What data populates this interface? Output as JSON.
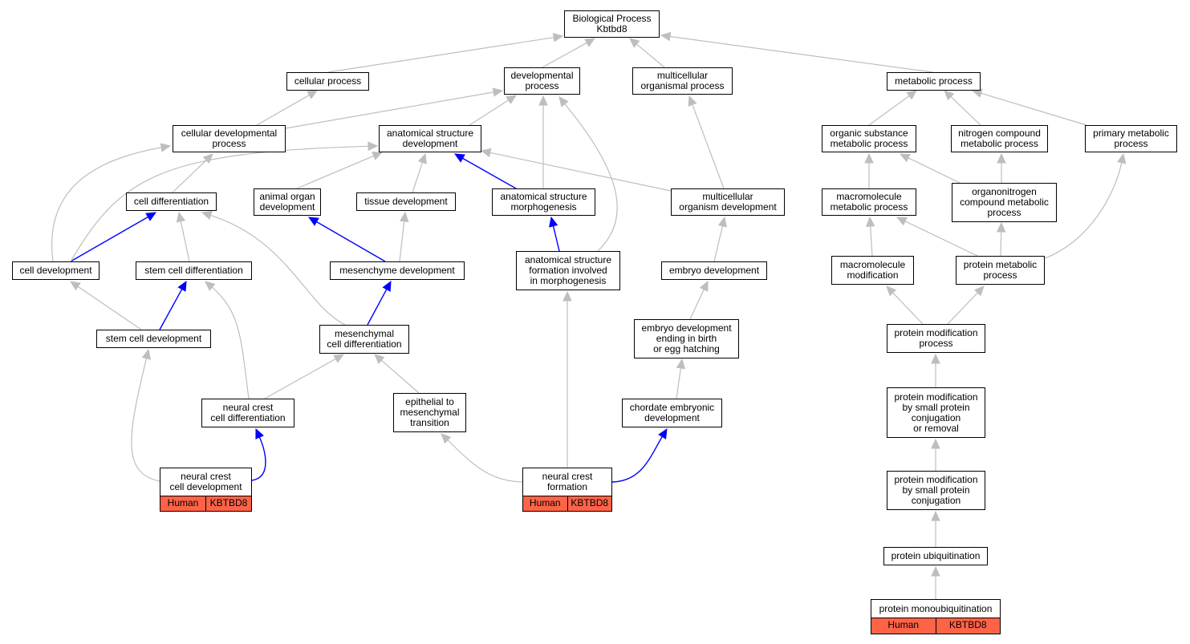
{
  "colors": {
    "regular_edge": "#bebebe",
    "highlight_edge": "#0000ff",
    "annotation_fill": "#ff6347",
    "box_border": "#000000",
    "background": "#ffffff"
  },
  "nodes": {
    "bp": "Biological Process\nKbtbd8",
    "cellular_process": "cellular process",
    "developmental_process": "developmental\nprocess",
    "multicellular_organismal_process": "multicellular\norganismal process",
    "metabolic_process": "metabolic process",
    "cellular_developmental_process": "cellular developmental\nprocess",
    "anatomical_structure_development": "anatomical structure\ndevelopment",
    "organic_substance_metabolic_process": "organic substance\nmetabolic process",
    "nitrogen_compound_metabolic_process": "nitrogen compound\nmetabolic process",
    "primary_metabolic_process": "primary metabolic\nprocess",
    "cell_differentiation": "cell differentiation",
    "animal_organ_development": "animal organ\ndevelopment",
    "tissue_development": "tissue development",
    "anatomical_structure_morphogenesis": "anatomical structure\nmorphogenesis",
    "multicellular_organism_development": "multicellular\norganism development",
    "macromolecule_metabolic_process": "macromolecule\nmetabolic process",
    "organonitrogen_compound_metabolic_process": "organonitrogen\ncompound metabolic\nprocess",
    "cell_development": "cell development",
    "stem_cell_differentiation": "stem cell differentiation",
    "mesenchyme_development": "mesenchyme development",
    "anatomical_structure_formation": "anatomical structure\nformation involved\nin morphogenesis",
    "embryo_development": "embryo development",
    "macromolecule_modification": "macromolecule\nmodification",
    "protein_metabolic_process": "protein metabolic\nprocess",
    "stem_cell_development": "stem cell development",
    "mesenchymal_cell_differentiation": "mesenchymal\ncell differentiation",
    "embryo_development_ending": "embryo development\nending in birth\nor egg hatching",
    "protein_modification_process": "protein modification\nprocess",
    "neural_crest_cell_differentiation": "neural crest\ncell differentiation",
    "epithelial_to_mesenchymal_transition": "epithelial to\nmesenchymal\ntransition",
    "chordate_embryonic_development": "chordate embryonic\ndevelopment",
    "protein_modification_small_protein_conjugation_or_removal": "protein modification\nby small protein\nconjugation\nor removal",
    "neural_crest_cell_development": "neural crest\ncell development",
    "neural_crest_formation": "neural crest\nformation",
    "protein_modification_small_protein_conjugation": "protein modification\nby small protein\nconjugation",
    "protein_ubiquitination": "protein ubiquitination",
    "protein_monoubiquitination": "protein monoubiquitination"
  },
  "annotations": {
    "neural_crest_cell_development": {
      "species": "Human",
      "gene": "KBTBD8"
    },
    "neural_crest_formation": {
      "species": "Human",
      "gene": "KBTBD8"
    },
    "protein_monoubiquitination": {
      "species": "Human",
      "gene": "KBTBD8"
    }
  }
}
